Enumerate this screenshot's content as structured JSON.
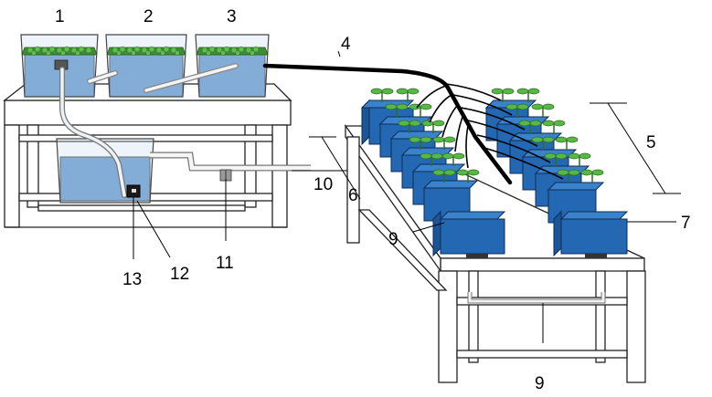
{
  "labels": {
    "n1": "1",
    "n2": "2",
    "n3": "3",
    "n4": "4",
    "n5": "5",
    "n6": "6",
    "n7": "7",
    "n9_upper": "9",
    "n9_lower": "9",
    "n10": "10",
    "n11": "11",
    "n12": "12",
    "n13": "13"
  },
  "colors": {
    "water": "#5b92c8",
    "pot": "#2467b2",
    "plant": "#58b845",
    "gravel": "#3f8d33",
    "tube": "#000000"
  }
}
